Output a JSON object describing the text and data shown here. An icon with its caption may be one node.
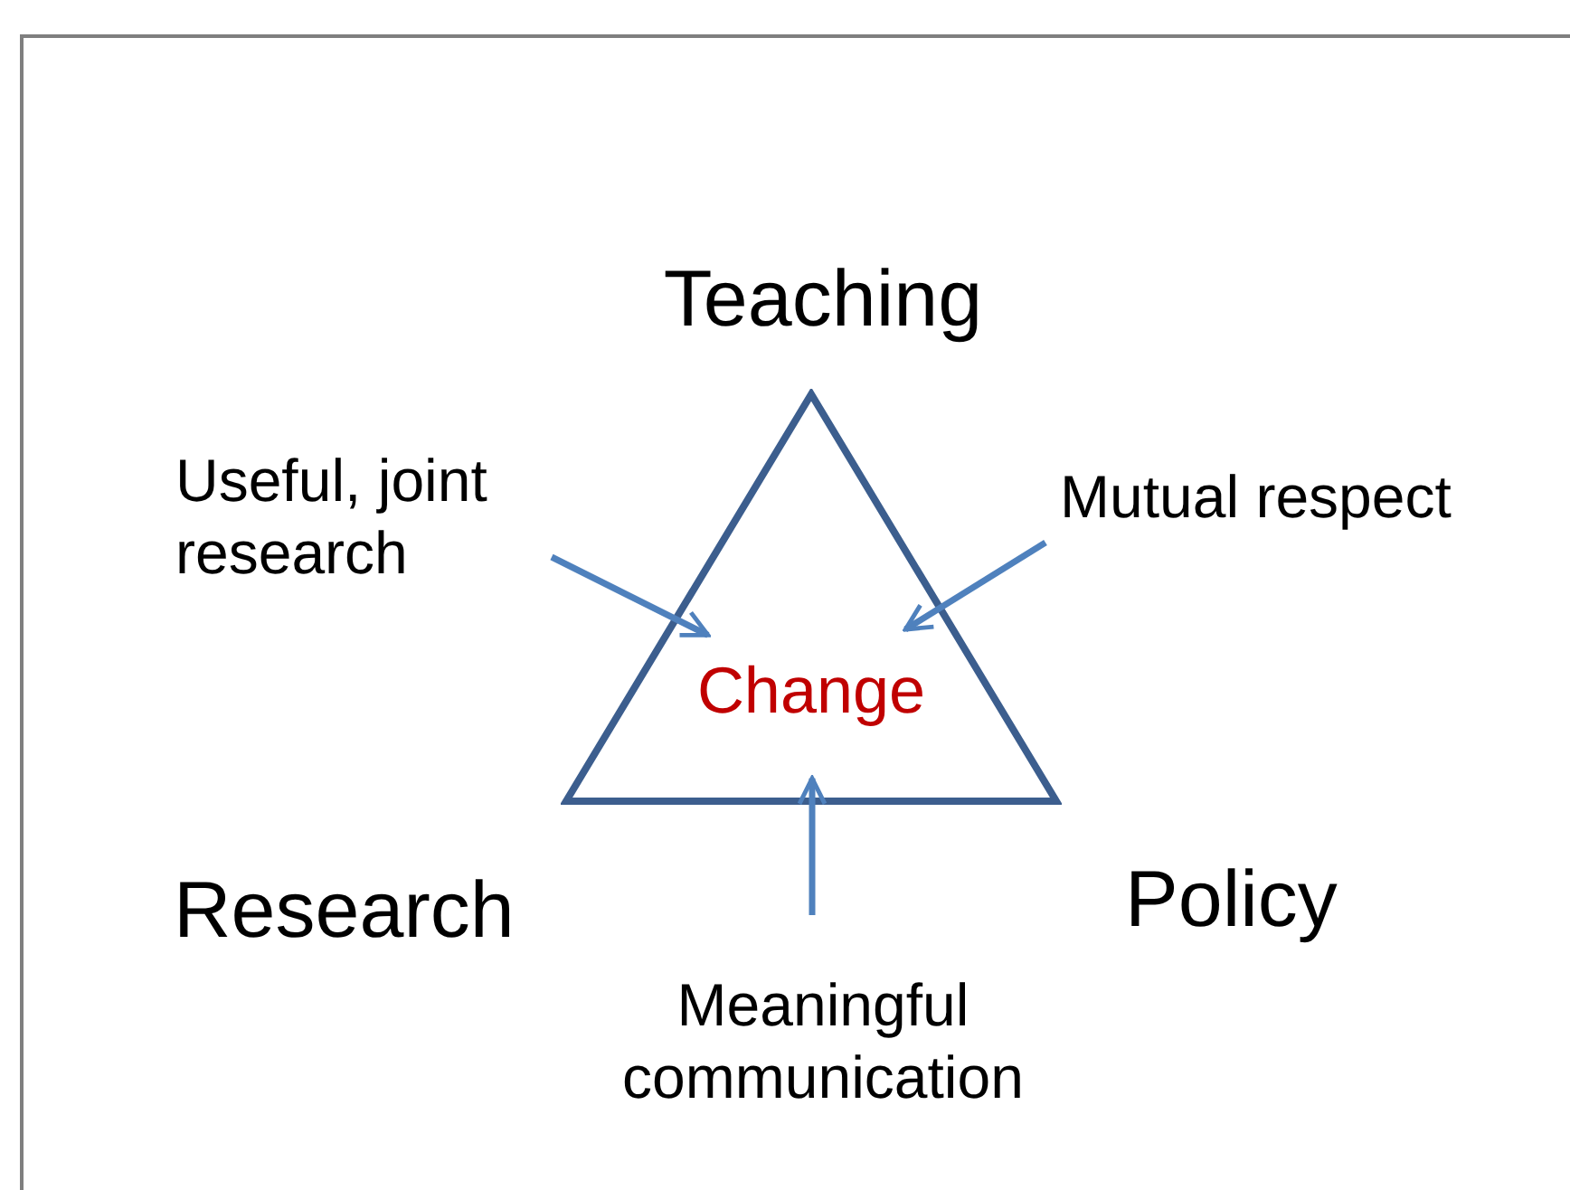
{
  "diagram": {
    "nodes": [
      {
        "text": [
          "Change"
        ]
      },
      {
        "text": [
          "Useful, joint research"
        ]
      },
      {
        "text": [
          "Mutual respect"
        ]
      },
      {
        "text": [
          "Meaningful communication"
        ]
      }
    ],
    "edges": [
      {
        "from": 1,
        "to": 0,
        "arrow": "to"
      },
      {
        "from": 2,
        "to": 0,
        "arrow": "to"
      },
      {
        "from": 3,
        "to": 0,
        "arrow": "to"
      }
    ],
    "labels": [
      "Teaching",
      "Research",
      "Policy"
    ]
  }
}
